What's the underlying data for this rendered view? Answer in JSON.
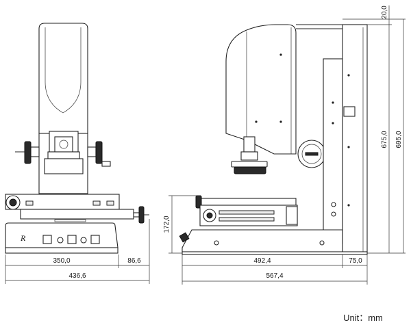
{
  "dimensions": {
    "front_width_base": "350,0",
    "front_handle_ext": "86,6",
    "front_total_width": "436,6",
    "side_base_depth": "492,4",
    "side_column_depth": "75,0",
    "side_total_depth": "567,4",
    "height_stage": "172,0",
    "height_column": "675,0",
    "height_total": "695,0",
    "height_top_offset": "20,0"
  },
  "unit_label": "Unit：mm",
  "colors": {
    "line": "#222222",
    "knob": "#2a2a2a",
    "panel": "#ededed"
  }
}
